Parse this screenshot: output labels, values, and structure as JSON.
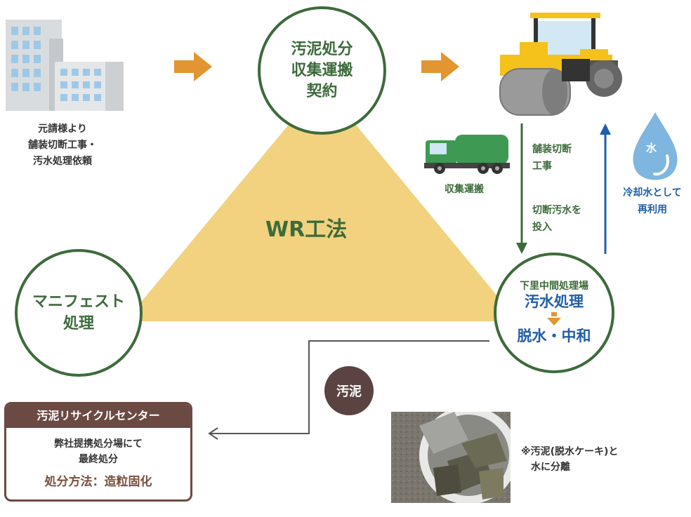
{
  "client_request": {
    "line1": "元請様より",
    "line2": "舗装切断工事・",
    "line3": "汚水処理依頼"
  },
  "contract_circle": {
    "text": "汚泥処分\n収集運搬\n契約"
  },
  "manifest_circle": {
    "text": "マニフェスト\n処理"
  },
  "center_label": "WR工法",
  "truck_label": "収集運搬",
  "flow_down": {
    "line1": "舗装切断",
    "line2": "工事",
    "line3": "切断汚水を",
    "line4": "投入"
  },
  "water": {
    "drop_label": "水",
    "line1": "冷却水として",
    "line2": "再利用"
  },
  "plant_circle": {
    "title": "下里中間処理場",
    "step1": "汚水処理",
    "step2": "脱水・中和"
  },
  "sludge_badge": "汚泥",
  "recycle_center": {
    "title": "汚泥リサイクルセンター",
    "line1": "弊社提携処分場にて",
    "line2": "最終処分",
    "method": "処分方法：造粒固化"
  },
  "photo_note": {
    "line1": "※汚泥(脱水ケーキ)と",
    "line2": "水に分離"
  },
  "colors": {
    "green": "#3d6b3b",
    "triangle": "#f2d27e",
    "orange_arrow": "#e29530",
    "blue": "#1f5fa8",
    "brown": "#6b4a43"
  }
}
